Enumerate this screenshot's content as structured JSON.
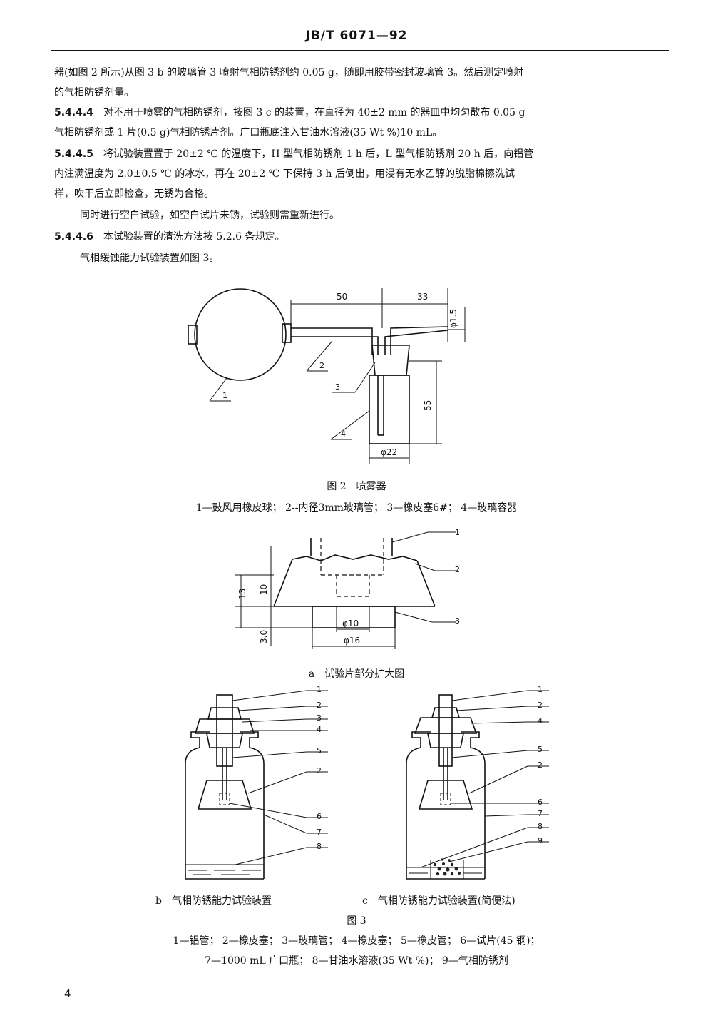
{
  "header": {
    "code": "JB/T 6071—92"
  },
  "paragraphs": {
    "p1_l1": "器(如图 2 所示)从图 3 b 的玻璃管 3 喷射气相防锈剂约 0.05 g，随即用胶带密封玻璃管 3。然后测定喷射",
    "p1_l2": "的气相防锈剂量。",
    "s4_num": "5.4.4.4",
    "s4_l1": "对不用于喷雾的气相防锈剂，按图 3 c 的装置，在直径为 40±2 mm 的器皿中均匀散布 0.05 g",
    "s4_l2": "气相防锈剂或 1 片(0.5 g)气相防锈片剂。广口瓶底注入甘油水溶液(35 Wt %)10 mL。",
    "s5_num": "5.4.4.5",
    "s5_l1": "将试验装置置于 20±2 ℃ 的温度下，H 型气相防锈剂 1 h 后，L 型气相防锈剂 20 h 后，向铝管",
    "s5_l2": "内注满温度为 2.0±0.5 ℃ 的冰水，再在 20±2 ℃ 下保持 3 h 后倒出，用浸有无水乙醇的脱脂棉擦洗试",
    "s5_l3": "样，吹干后立即检查，无锈为合格。",
    "blank": "同时进行空白试验，如空白试片未锈，试验则需重新进行。",
    "s6_num": "5.4.4.6",
    "s6_l1": "本试验装置的清洗方法按 5.2.6 条规定。",
    "fig_intro": "气相缓蚀能力试验装置如图 3。"
  },
  "fig2": {
    "dim_50": "50",
    "dim_33": "33",
    "dim_phi15": "φ1.5",
    "dim_55": "55",
    "dim_phi22": "φ22",
    "l1": "1",
    "l2": "2",
    "l3": "3",
    "l4": "4",
    "caption": "图 2　喷雾器",
    "legend": "1—鼓风用橡皮球；  2--内径3mm玻璃管；  3—橡皮塞6#；  4—玻璃容器"
  },
  "fig3a": {
    "dim_13": "13",
    "dim_10": "10",
    "dim_30": "3.0",
    "dim_phi10": "φ10",
    "dim_phi16": "φ16",
    "l1": "1",
    "l2": "2",
    "l3": "3",
    "caption": "a　试验片部分扩大图"
  },
  "fig3b": {
    "labels": [
      "1",
      "2",
      "3",
      "4",
      "5",
      "2",
      "6",
      "7",
      "8"
    ],
    "caption": "b　气相防锈能力试验装置"
  },
  "fig3c": {
    "labels": [
      "1",
      "2",
      "4",
      "5",
      "2",
      "6",
      "7",
      "8",
      "9"
    ],
    "caption": "c　气相防锈能力试验装置(简便法)"
  },
  "fig3": {
    "caption": "图 3",
    "legend_l1": "1—铝管；  2—橡皮塞；  3—玻璃管；  4—橡皮塞；  5—橡皮管；  6—试片(45 钢)；",
    "legend_l2": "7—1000 mL 广口瓶；  8—甘油水溶液(35 Wt %)；  9—气相防锈剂"
  },
  "page_number": "4"
}
